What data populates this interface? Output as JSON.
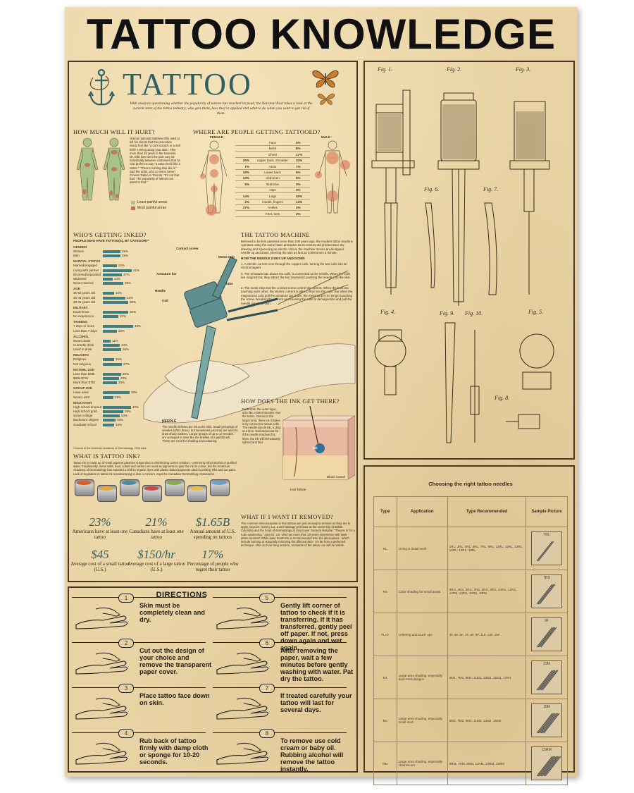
{
  "title": "TATTOO KNOWLEDGE",
  "info": {
    "logo_word": "TATTOO",
    "intro": "With analysts questioning whether the popularity of tattoos has reached its peak, the National Post takes a look at the current state of the tattoo industry, who gets them, how they're applied and what to do when you want to get rid of them.",
    "hurt": {
      "heading": "HOW MUCH WILL IT HURT?",
      "text": "Veteran tattooist Matthew Ellis used to tell his clients that the procedure would feel like \"a cat's scratch or a dull knife running along your skin.\" After more than 15 years in the business, Mr. Ellis has seen the pain vary as individually between customers that he now prefers to say \"a tattoo feels like a tattoo.\" \"There's nothing else like it,\" said the artist, who co-owns Seven Crowns Tattoo in Toronto. \"It's not that bad. The popularity of tattoos can attest to that.\"",
      "legend": [
        "Least painful areas",
        "Most painful areas"
      ]
    },
    "where": {
      "heading": "WHERE ARE PEOPLE GETTING TATTOOED?",
      "female_label": "FEMALE",
      "male_label": "MALE",
      "rows": [
        {
          "f": "",
          "part": "Face",
          "m": "0%"
        },
        {
          "f": "",
          "part": "Neck",
          "m": "8%"
        },
        {
          "f": "",
          "part": "Chest",
          "m": "17%"
        },
        {
          "f": "25%",
          "part": "Upper back, shoulder",
          "m": "34%"
        },
        {
          "f": "7%",
          "part": "Arms",
          "m": "7%"
        },
        {
          "f": "18%",
          "part": "Lower back",
          "m": "5%"
        },
        {
          "f": "13%",
          "part": "Abdomen",
          "m": "5%"
        },
        {
          "f": "5%",
          "part": "Buttocks",
          "m": "3%"
        },
        {
          "f": "",
          "part": "Hips",
          "m": "3%"
        },
        {
          "f": "14%",
          "part": "Legs",
          "m": "20%"
        },
        {
          "f": "2%",
          "part": "Hands, fingers",
          "m": "14%"
        },
        {
          "f": "27%",
          "part": "Ankles",
          "m": "3%"
        },
        {
          "f": "",
          "part": "Feet, toes",
          "m": "2%"
        }
      ]
    },
    "inked": {
      "heading": "WHO'S GETTING INKED?",
      "subheading": "PEOPLE WHO HAVE TATTOO(S), BY CATEGORY*",
      "groups": [
        {
          "name": "GENDER",
          "rows": [
            {
              "label": "Women",
              "value": "25%"
            },
            {
              "label": "Men",
              "value": "25%"
            }
          ]
        },
        {
          "name": "MARITAL STATUS",
          "rows": [
            {
              "label": "Married/engaged",
              "value": "20%"
            },
            {
              "label": "Living with partner",
              "value": "41%"
            },
            {
              "label": "Divorced/separated",
              "value": "27%"
            },
            {
              "label": "Widowed",
              "value": "14%"
            },
            {
              "label": "Never married",
              "value": "29%"
            }
          ]
        },
        {
          "name": "AGE",
          "rows": [
            {
              "label": "45-52 years old",
              "value": "16%"
            },
            {
              "label": "30-44 years old",
              "value": "32%"
            },
            {
              "label": "28-31 years old",
              "value": "36%"
            }
          ]
        },
        {
          "name": "MILITARY",
          "rows": [
            {
              "label": "Experience",
              "value": "36%"
            },
            {
              "label": "No experience",
              "value": "22%"
            }
          ]
        },
        {
          "name": "TANNING",
          "rows": [
            {
              "label": "7 days or more",
              "value": "43%"
            },
            {
              "label": "Less than 7 days",
              "value": "20%"
            }
          ]
        },
        {
          "name": "ALCOHOL",
          "rows": [
            {
              "label": "Never drank",
              "value": "11%"
            },
            {
              "label": "Currently drink",
              "value": "24%"
            },
            {
              "label": "Used to drink",
              "value": "26%"
            }
          ]
        },
        {
          "name": "RELIGION",
          "rows": [
            {
              "label": "Religious",
              "value": "16%"
            },
            {
              "label": "Not religious",
              "value": "27%"
            }
          ]
        },
        {
          "name": "INCOME, USD",
          "rows": [
            {
              "label": "Less than $49k",
              "value": "26%"
            },
            {
              "label": "$50k-$74k",
              "value": "23%"
            },
            {
              "label": "More than $75k",
              "value": "20%"
            }
          ]
        },
        {
          "name": "GROUP USE",
          "rows": [
            {
              "label": "Have used",
              "value": "38%"
            },
            {
              "label": "Never used",
              "value": "15%"
            }
          ]
        },
        {
          "name": "EDUCATION",
          "rows": [
            {
              "label": "High school dropout",
              "value": "40%"
            },
            {
              "label": "High school grad",
              "value": "29%"
            },
            {
              "label": "Some college",
              "value": "24%"
            },
            {
              "label": "Bachelors' degree",
              "value": "18%"
            },
            {
              "label": "Graduate school",
              "value": "16%"
            }
          ]
        }
      ],
      "source": "*Journal of the American Academy of Dermatology, 2006 data"
    },
    "machine": {
      "heading": "THE TATTOO MACHINE",
      "text": "Believed to be first patented more than 100 years ago, the modern tattoo machine operates using the same basic principles as its century-old predecessor. By drawing and squeezing an electric circuit, the machine moves an ink-tipped needle up and down, piercing the skin as fast as 3,000 times a minute.",
      "subhead": "HOW THE NEEDLE GOES UP AND DOWN",
      "steps": [
        "1. A electric current runs through the copper coils, turning the two coils into an electromagnet.",
        "2. The armature bar, above the coils, is connected to the needle. When the coils are magnetized, they attract the bar downward, pushing the needle into the skin.",
        "3. The metal strip and the contact screw control the current. When the bars are touching each other, the electric current is able to flow into the coils. But when the magnetized coils pull the armature bar down, the metal strip is no longer touching the screw, breaking the current and causing the coils to demagnetize and pull the needle out of the skin."
      ],
      "labels": [
        "Contact screw",
        "Metal strip",
        "Armature bar",
        "Needle",
        "Coil",
        "Tube"
      ],
      "needle_label": "NEEDLE",
      "needle_text": "The needle delivers the ink to the skin. Small groupings of needles (often three), but sometimes just one) are used to draw sharp outlines. Larger groups of up to 12 needles are arranged in rows like the bristles of a paintbrush. These are used for shading and colouring."
    },
    "ink_get": {
      "heading": "HOW DOES THE INK GET THERE?",
      "text": "Epidermis, the outer layer, acts like a tinted window over the tattoo. Dermis is the target area, there ink is taken in by connective tissue cells. The needle injects ink, a drop at a time. Subcutaneous fat - if the needle reaches this layer, the ink will immediately spread and blur.",
      "labels": [
        "Ink",
        "Hair follicle",
        "Blood vessel"
      ]
    },
    "what_ink": {
      "heading": "WHAT IS TATTOO INK?",
      "text": "Tattoo ink is made up of small pigment particles suspended in disinfecting carrier solution - commonly ethyl alcohol or purified water. Traditionally, metal salts, lead, cobalt and carbon are used as pigments to give the ink its colour, but the American Academy of Dermatology has reported a shift to organic dyes with plastic-based pigments used in printing inks and car paint. Lack of regulation in tattoo ink manufacturing is also a concern, says the Canadian Dermatology Association."
    },
    "stats": [
      {
        "num": "23%",
        "text": "Americans have at least one tattoo"
      },
      {
        "num": "21%",
        "text": "Canadians have at least one tattoo"
      },
      {
        "num": "$1.65B",
        "text": "Annual amount of U.S. spending on tattoos"
      },
      {
        "num": "$45",
        "text": "Average cost of a small tattoo (U.S.)"
      },
      {
        "num": "$150/hr",
        "text": "Average cost of a large tattoo (U.S.)"
      },
      {
        "num": "17%",
        "text": "Percentage of people who regret their tattoo"
      }
    ],
    "remove": {
      "heading": "WHAT IF I WANT IT REMOVED?",
      "text": "The common misconception is that tattoos are just as easy to remove as they are to apply, says Dr. Harvey Lui, a dermatology professor at the University of British Columbia and the head of dermatology at Vancouver General Hospital. \"They're in for a rude awakening,\" says Dr. Lui, who has more than 20 years experience with laser tattoo removal. While laser treatment is recommended over the alternatives - which include burning or surgically removing the affected skin - it's far from a perfected technique. After an hour-long session, remnants of the tattoo can still be visible."
    }
  },
  "patent": {
    "figs": [
      "Fig. 1.",
      "Fig. 2.",
      "Fig. 3.",
      "Fig. 6.",
      "Fig. 7.",
      "Fig. 4.",
      "Fig. 9.",
      "Fig. 10.",
      "Fig. 5.",
      "Fig. 8."
    ]
  },
  "needles": {
    "title": "Choosing the right tattoo needles",
    "headers": [
      "Type",
      "Application",
      "Type Recommended",
      "Sample Picture"
    ],
    "rows": [
      {
        "type": "RL",
        "application": "Lining & detail work",
        "recommended": "1RL, 3RL, 4RL, 5RL, 7RL, 9RL, 11RL, 12RL, 13RL, 14RL, 15RL, 18RL",
        "sample": "7RL"
      },
      {
        "type": "RS",
        "application": "Color shading for small areas",
        "recommended": "3RS, 4RS, 5RS, 7RS, 8RS, 9RS, 10RS, 11RS, 13RS, 14RS, 15RS, 18RS",
        "sample": "7RS"
      },
      {
        "type": "FLAT",
        "application": "Lettering and touch ups",
        "recommended": "4F, 5F, 6F, 7F, 8F, 9F, 11F, 13F, 15F",
        "sample": "9F"
      },
      {
        "type": "M1",
        "application": "Large area shading, especially dark-mod designs",
        "recommended": "5M1, 7M1, 9M1, 11M1, 13M1, 15M1, 17M1",
        "sample": "23M"
      },
      {
        "type": "M2",
        "application": "Large area shading, especially small mod",
        "recommended": "5M2, 7M2, 9M2, 11M2, 13M2, 15M2",
        "sample": "15M"
      },
      {
        "type": "RM",
        "application": "Large area shading, especially chiaroscuro",
        "recommended": "5RM, 7RM, 9RM, 11RM, 13RM, 15RM",
        "sample": "15RM"
      }
    ]
  },
  "directions": {
    "title": "DIRECTIONS",
    "steps": [
      {
        "num": "1",
        "text": "Skin must be completely clean and dry."
      },
      {
        "num": "5",
        "text": "Gently lift corner of tattoo to check if it is transferring. If it has transferred, gently peel off paper. If not, press down again and wet again."
      },
      {
        "num": "2",
        "text": "Cut out the design of your choice and remove the transparent paper cover."
      },
      {
        "num": "6",
        "text": "After removing the paper, wait a few minutes before gently washing with water. Pat dry the tattoo."
      },
      {
        "num": "3",
        "text": "Place tattoo face down on skin."
      },
      {
        "num": "7",
        "text": "If treated carefully your tattoo will last for several days."
      },
      {
        "num": "4",
        "text": "Rub back of tattoo firmly with damp cloth or sponge for 10-20 seconds."
      },
      {
        "num": "8",
        "text": "To remove use cold cream or baby oil. Rubbing alcohol will remove the tattoo instantly."
      }
    ]
  }
}
